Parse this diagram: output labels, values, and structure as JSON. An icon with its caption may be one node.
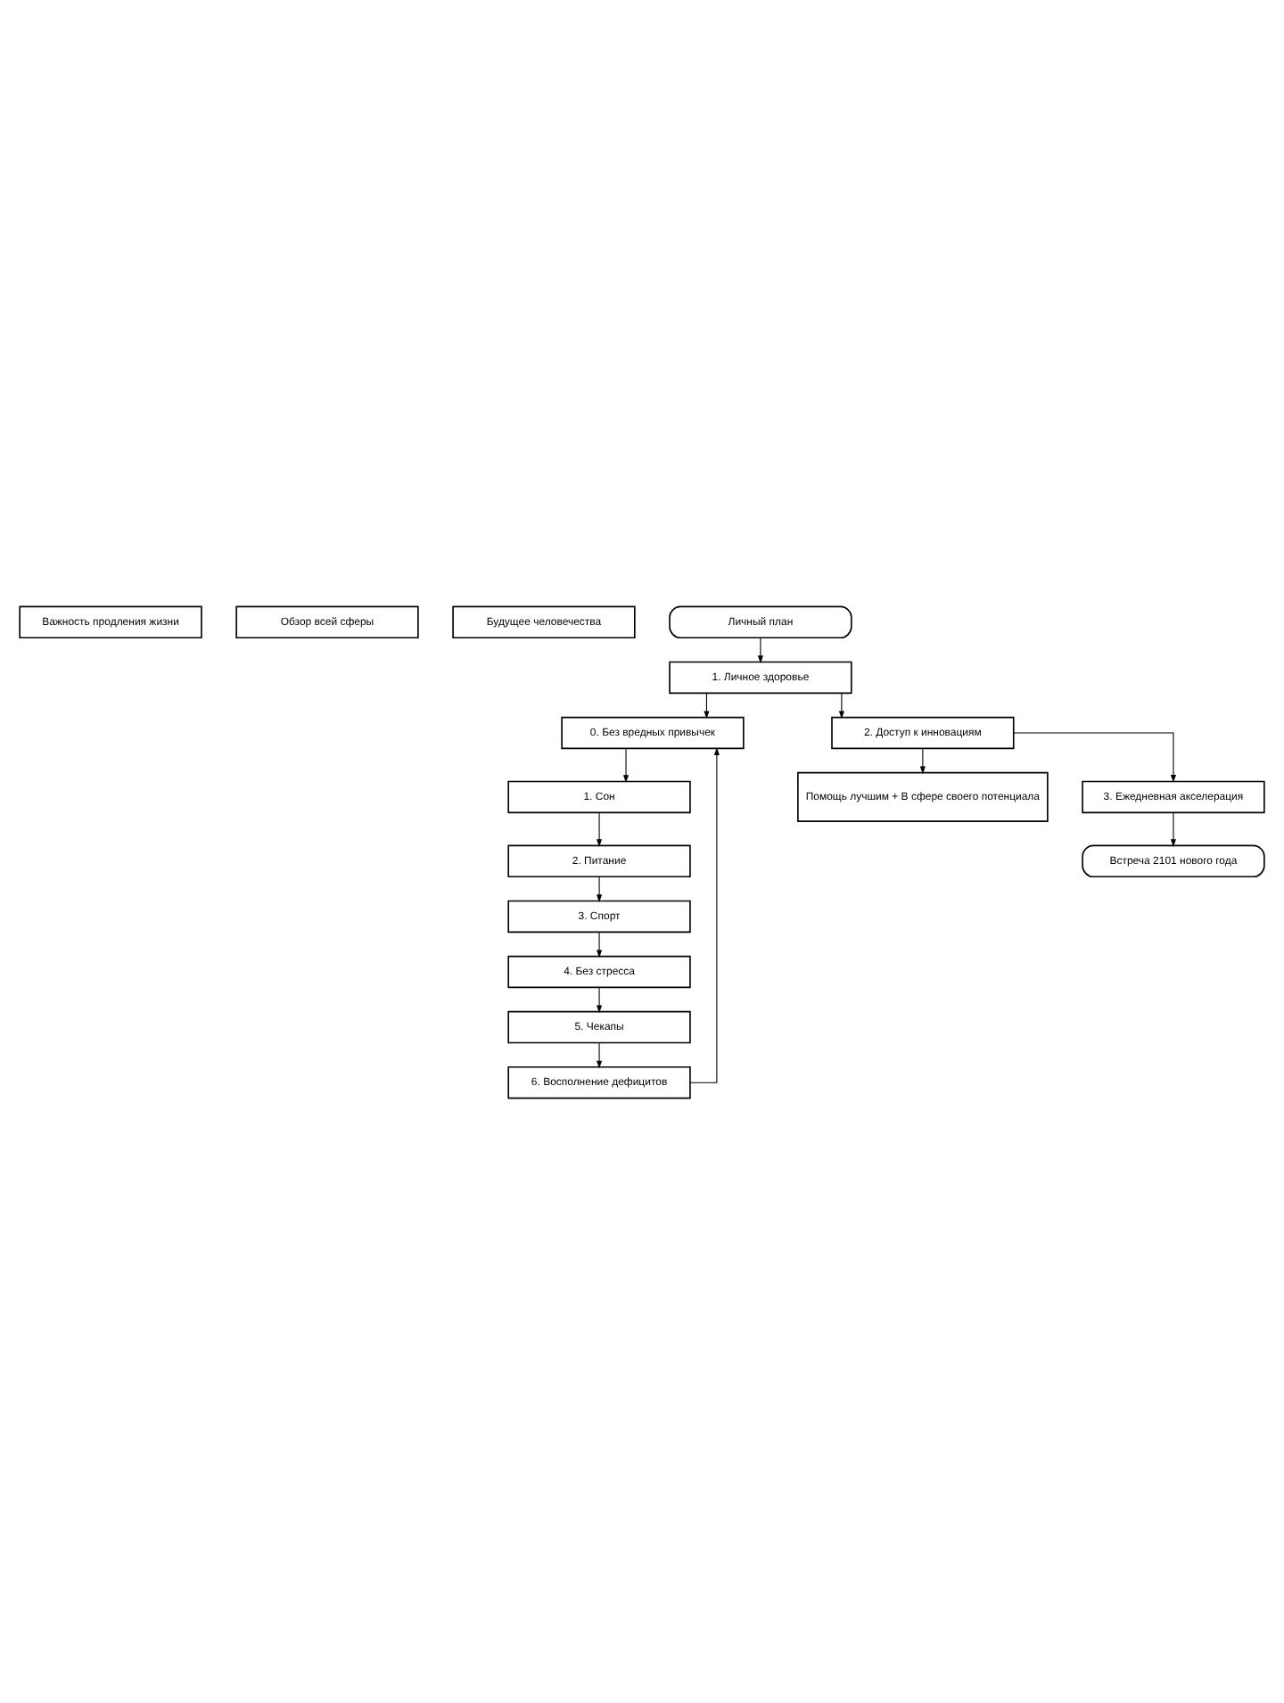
{
  "diagram": {
    "nodes": [
      {
        "text": [
          "Важность продления жизни"
        ]
      },
      {
        "text": [
          "Обзор всей сферы"
        ]
      },
      {
        "text": [
          "Будущее человечества"
        ]
      },
      {
        "text": [
          "Личный план"
        ]
      },
      {
        "text": [
          "1. Личное здоровье"
        ]
      },
      {
        "text": [
          "0. Без вредных привычек"
        ]
      },
      {
        "text": [
          "1. Сон"
        ]
      },
      {
        "text": [
          "2. Питание"
        ]
      },
      {
        "text": [
          "3. Спорт"
        ]
      },
      {
        "text": [
          "4. Без стресса"
        ]
      },
      {
        "text": [
          "5. Чекапы"
        ]
      },
      {
        "text": [
          "6. Восполнение дефицитов"
        ]
      },
      {
        "text": [
          "2. Доступ к инновациям"
        ]
      },
      {
        "text": [
          "Помощь лучшим + В сфере своего потенциала"
        ]
      },
      {
        "text": [
          "3. Ежедневная акселерация"
        ]
      },
      {
        "text": [
          "Встреча 2101 нового года"
        ]
      }
    ],
    "edges": [
      {
        "from": 3,
        "to": 4,
        "arrow": "to"
      },
      {
        "from": 4,
        "to": 5,
        "arrow": "to"
      },
      {
        "from": 5,
        "to": 6,
        "arrow": "to"
      },
      {
        "from": 6,
        "to": 7,
        "arrow": "to"
      },
      {
        "from": 7,
        "to": 8,
        "arrow": "to"
      },
      {
        "from": 8,
        "to": 9,
        "arrow": "to"
      },
      {
        "from": 9,
        "to": 10,
        "arrow": "to"
      },
      {
        "from": 10,
        "to": 11,
        "arrow": "to"
      },
      {
        "from": 11,
        "to": 5,
        "arrow": "to"
      },
      {
        "from": 4,
        "to": 12,
        "arrow": "to"
      },
      {
        "from": 12,
        "to": 13,
        "arrow": "to"
      },
      {
        "from": 12,
        "to": 14,
        "arrow": "to"
      },
      {
        "from": 14,
        "to": 15,
        "arrow": "to"
      }
    ]
  }
}
